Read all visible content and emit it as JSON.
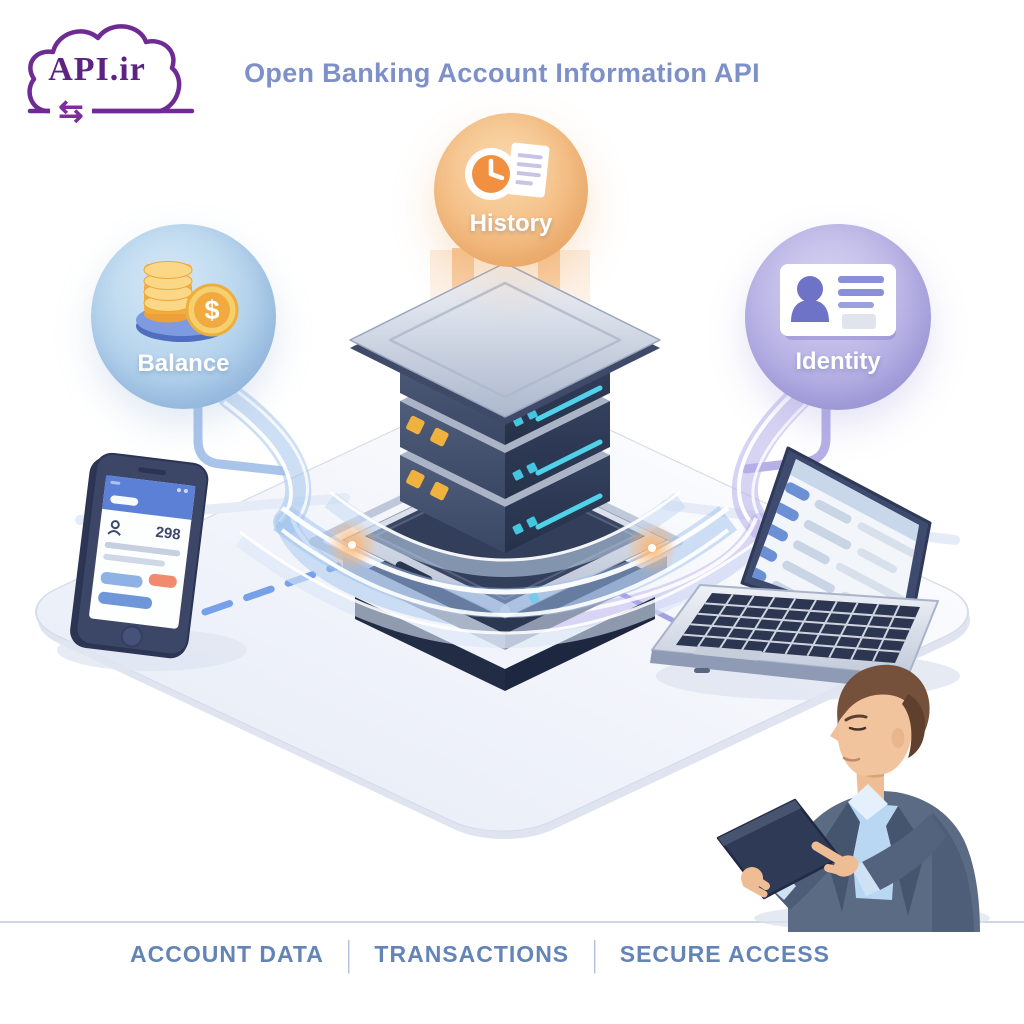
{
  "logo": {
    "brand": "API.ir",
    "arrows_glyph": "⇆",
    "brand_color": "#5c2383",
    "outline_color": "#6e2b93"
  },
  "header": {
    "title": "Open Banking Account Information API",
    "color": "#7d90c7"
  },
  "nodes": {
    "balance": {
      "label": "Balance",
      "icon": "coins-dollar-icon",
      "bubble_color": "#aecde9"
    },
    "history": {
      "label": "History",
      "icon": "clock-document-icon",
      "bubble_color": "#f3b87f"
    },
    "identity": {
      "label": "Identity",
      "icon": "id-card-icon",
      "bubble_color": "#b5b0e2"
    }
  },
  "coin": {
    "symbol": "$"
  },
  "phone": {
    "screen_value": "298"
  },
  "footer": {
    "separator": "|",
    "color": "#6484b8",
    "items": [
      {
        "label": "ACCOUNT DATA"
      },
      {
        "label": "TRANSACTIONS"
      },
      {
        "label": "SECURE ACCESS"
      }
    ]
  }
}
